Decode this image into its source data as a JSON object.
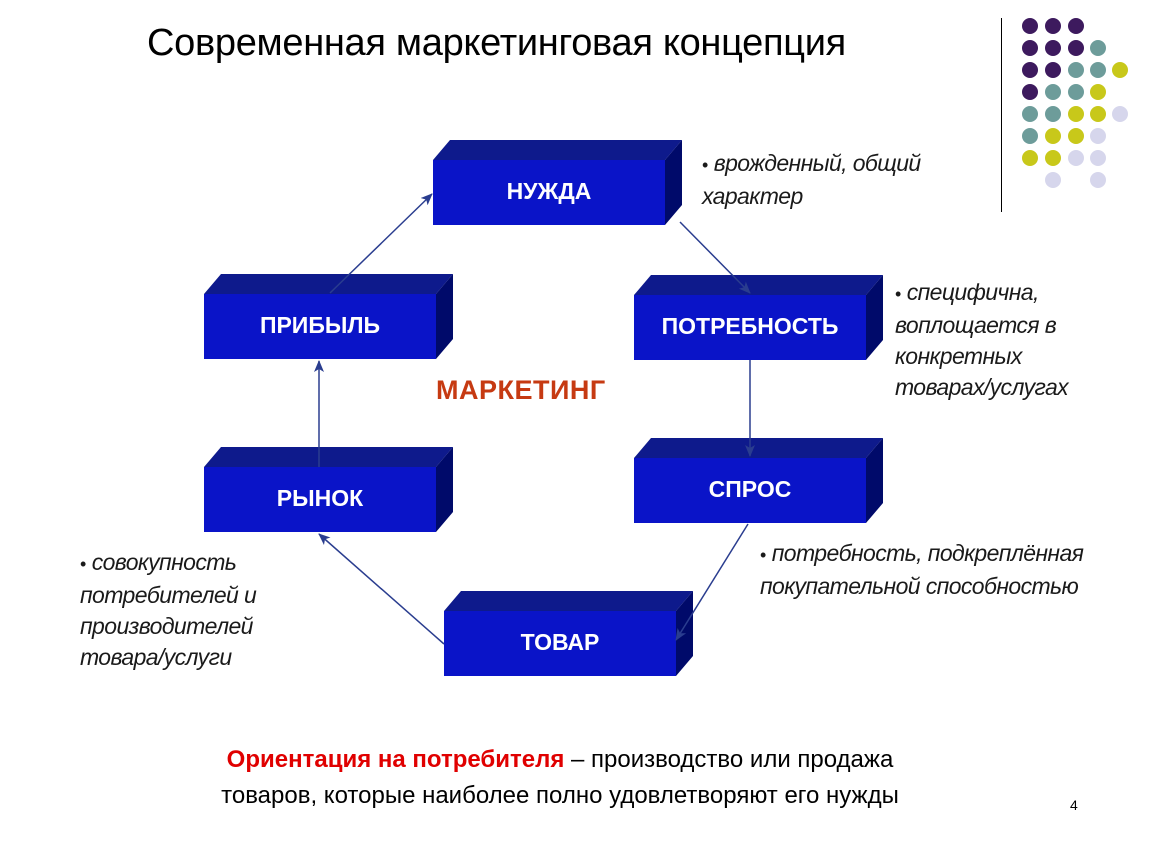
{
  "title": "Современная маркетинговая концепция",
  "center_label": "МАРКЕТИНГ",
  "boxes": {
    "nuzhda": "НУЖДА",
    "potrebnost": "ПОТРЕБНОСТЬ",
    "spros": "СПРОС",
    "tovar": "ТОВАР",
    "rynok": "РЫНОК",
    "pribyl": "ПРИБЫЛЬ"
  },
  "notes": {
    "nuzhda": [
      "врожденный, общий",
      "характер"
    ],
    "potrebnost": [
      "специфична,",
      "воплощается в",
      "конкретных",
      "товарах/услугах"
    ],
    "spros": [
      "потребность, подкреплённая",
      "покупательной способностью"
    ],
    "rynok": [
      "совокупность",
      "потребителей и",
      "производителей",
      "товара/услуги"
    ]
  },
  "bullet_symbol": "•",
  "bottom": {
    "accent": "Ориентация на потребителя",
    "line1_rest": " – производство или продажа",
    "line2": "товаров, которые наиболее полно удовлетворяют его нужды"
  },
  "page_number": "4",
  "colors": {
    "box_front": "#0a14c8",
    "box_top": "#0e1a8c",
    "box_side": "#000a6a",
    "arrow": "#2a3d8f",
    "center_label": "#c63a12",
    "accent": "#e00000",
    "dot_purple": "#3d1a5e",
    "dot_teal": "#6d9c9a",
    "dot_yellow": "#c8c81a",
    "dot_lavender": "#d6d6ec"
  }
}
